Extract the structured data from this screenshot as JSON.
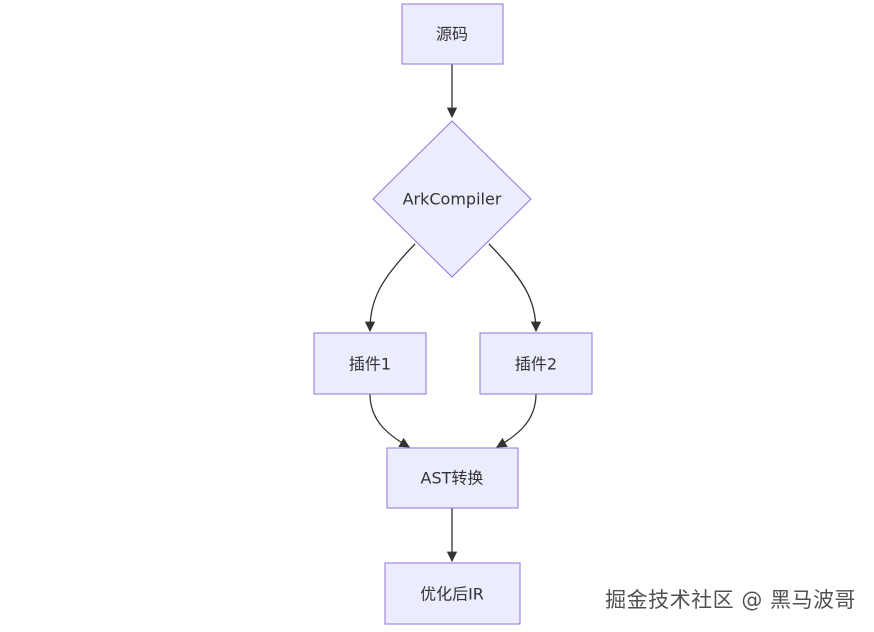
{
  "diagram": {
    "nodes": {
      "source": {
        "label": "源码",
        "shape": "rectangle"
      },
      "compiler": {
        "label": "ArkCompiler",
        "shape": "diamond"
      },
      "plugin1": {
        "label": "插件1",
        "shape": "rectangle"
      },
      "plugin2": {
        "label": "插件2",
        "shape": "rectangle"
      },
      "ast": {
        "label": "AST转换",
        "shape": "rectangle"
      },
      "ir": {
        "label": "优化后IR",
        "shape": "rectangle"
      }
    },
    "edges": [
      {
        "from": "source",
        "to": "compiler"
      },
      {
        "from": "compiler",
        "to": "plugin1"
      },
      {
        "from": "compiler",
        "to": "plugin2"
      },
      {
        "from": "plugin1",
        "to": "ast"
      },
      {
        "from": "plugin2",
        "to": "ast"
      },
      {
        "from": "ast",
        "to": "ir"
      }
    ],
    "colors": {
      "node_fill": "#ececff",
      "node_stroke": "#9370db",
      "edge": "#333333",
      "text": "#333333"
    }
  },
  "watermark": {
    "text": "掘金技术社区 @ 黑马波哥"
  }
}
